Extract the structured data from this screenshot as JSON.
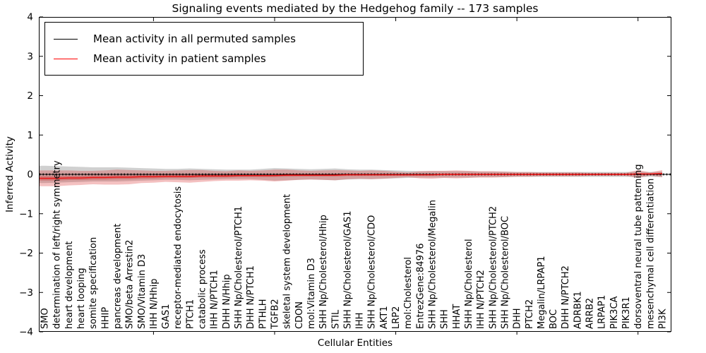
{
  "title": "Signaling events mediated by the Hedgehog family -- 173 samples",
  "legend": {
    "entries": [
      {
        "label": "Mean activity in all permuted samples",
        "color": "#000000"
      },
      {
        "label": "Mean activity in patient samples",
        "color": "#ff0000"
      }
    ]
  },
  "colors": {
    "permuted_line": "#000000",
    "patient_line": "#ee1111",
    "patient_band": "rgba(220,50,50,0.30)",
    "patient_inner_band": "rgba(200,20,20,0.30)",
    "permuted_band": "rgba(150,150,150,0.45)",
    "frame": "#000000"
  },
  "chart_data": {
    "type": "line",
    "title": "Signaling events mediated by the Hedgehog family -- 173 samples",
    "xlabel": "Cellular Entities",
    "ylabel": "Inferred Activity",
    "ylim": [
      -4,
      4
    ],
    "yticks": [
      4,
      3,
      2,
      1,
      0,
      -1,
      -2,
      -3,
      -4
    ],
    "xtick_marker_indices": [
      9,
      19,
      29,
      39,
      49
    ],
    "grid": false,
    "legend_position": "upper left",
    "categories": [
      "SMO",
      "determination of left/right symmetry",
      "heart development",
      "heart looping",
      "somite specification",
      "HHIP",
      "pancreas development",
      "SMO/beta Arrestin2",
      "SMO/Vitamin D3",
      "IHH N/Hhip",
      "GAS1",
      "receptor-mediated endocytosis",
      "PTCH1",
      "catabolic process",
      "IHH N/PTCH1",
      "DHH N/Hhip",
      "SHH Np/Cholesterol/PTCH1",
      "DHH N/PTCH1",
      "PTHLH",
      "TGFB2",
      "skeletal system development",
      "CDON",
      "mol:Vitamin D3",
      "SHH Np/Cholesterol/Hhip",
      "STIL",
      "SHH Np/Cholesterol/GAS1",
      "IHH",
      "SHH Np/Cholesterol/CDO",
      "AKT1",
      "LRP2",
      "mol:Cholesterol",
      "EntrezGene:84976",
      "SHH Np/Cholesterol/Megalin",
      "SHH",
      "HHAT",
      "SHH Np/Cholesterol",
      "IHH N/PTCH2",
      "SHH Np/Cholesterol/PTCH2",
      "SHH Np/Cholesterol/BOC",
      "DHH",
      "PTCH2",
      "Megalin/LRPAP1",
      "BOC",
      "DHH N/PTCH2",
      "ADRBK1",
      "ARRB2",
      "LRPAP1",
      "PIK3CA",
      "PIK3R1",
      "dorsoventral neural tube patterning",
      "mesenchymal cell differentiation",
      "PI3K"
    ],
    "series": [
      {
        "name": "Mean activity in all permuted samples",
        "values": [
          0,
          0,
          0,
          0,
          0,
          0,
          0,
          0,
          0,
          0,
          0,
          0,
          0,
          0,
          0,
          0,
          0,
          0,
          0,
          0,
          0,
          0,
          0,
          0,
          0,
          0,
          0,
          0,
          0,
          0,
          0,
          0,
          0,
          0,
          0,
          0,
          0,
          0,
          0,
          0,
          0,
          0,
          0,
          0,
          0,
          0,
          0,
          0,
          0,
          0,
          0,
          0
        ],
        "band_half_width": [
          0.22,
          0.21,
          0.2,
          0.19,
          0.18,
          0.18,
          0.18,
          0.17,
          0.16,
          0.15,
          0.14,
          0.14,
          0.15,
          0.14,
          0.13,
          0.12,
          0.12,
          0.12,
          0.14,
          0.16,
          0.15,
          0.14,
          0.13,
          0.14,
          0.15,
          0.13,
          0.12,
          0.12,
          0.11,
          0.1,
          0.09,
          0.08,
          0.08,
          0.08,
          0.08,
          0.08,
          0.07,
          0.07,
          0.07,
          0.06,
          0.06,
          0.06,
          0.06,
          0.06,
          0.06,
          0.06,
          0.06,
          0.06,
          0.06,
          0.07,
          0.06,
          0.07
        ]
      },
      {
        "name": "Mean activity in patient samples",
        "values": [
          -0.1,
          -0.1,
          -0.09,
          -0.09,
          -0.08,
          -0.08,
          -0.07,
          -0.07,
          -0.06,
          -0.06,
          -0.05,
          -0.05,
          -0.05,
          -0.04,
          -0.04,
          -0.04,
          -0.03,
          -0.03,
          -0.03,
          -0.03,
          -0.02,
          -0.02,
          -0.02,
          -0.02,
          -0.02,
          -0.01,
          -0.01,
          -0.01,
          -0.01,
          -0.01,
          -0.01,
          -0.01,
          -0.01,
          0,
          0,
          0,
          0,
          0,
          0,
          0,
          0,
          0,
          0,
          0,
          0,
          0,
          0,
          0,
          0,
          0.01,
          0.01,
          0.02
        ],
        "band_half_width": [
          0.2,
          0.2,
          0.19,
          0.18,
          0.17,
          0.18,
          0.19,
          0.18,
          0.16,
          0.15,
          0.14,
          0.15,
          0.16,
          0.15,
          0.13,
          0.12,
          0.13,
          0.12,
          0.13,
          0.15,
          0.14,
          0.12,
          0.11,
          0.12,
          0.13,
          0.11,
          0.1,
          0.11,
          0.1,
          0.08,
          0.06,
          0.09,
          0.1,
          0.09,
          0.1,
          0.09,
          0.08,
          0.08,
          0.07,
          0.06,
          0.06,
          0.05,
          0.05,
          0.05,
          0.05,
          0.04,
          0.04,
          0.04,
          0.04,
          0.1,
          0.04,
          0.09
        ],
        "inner_band_half_width": [
          0.055,
          0.054,
          0.053,
          0.052,
          0.051,
          0.05,
          0.049,
          0.048,
          0.047,
          0.046,
          0.045,
          0.044,
          0.043,
          0.042,
          0.041,
          0.04,
          0.039,
          0.038,
          0.037,
          0.036,
          0.035,
          0.034,
          0.033,
          0.032,
          0.031,
          0.03,
          0.03,
          0.029,
          0.028,
          0.027,
          0.026,
          0.026,
          0.025,
          0.025,
          0.024,
          0.024,
          0.023,
          0.023,
          0.022,
          0.022,
          0.021,
          0.021,
          0.02,
          0.02,
          0.02,
          0.019,
          0.019,
          0.019,
          0.018,
          0.022,
          0.018,
          0.025
        ]
      }
    ]
  }
}
